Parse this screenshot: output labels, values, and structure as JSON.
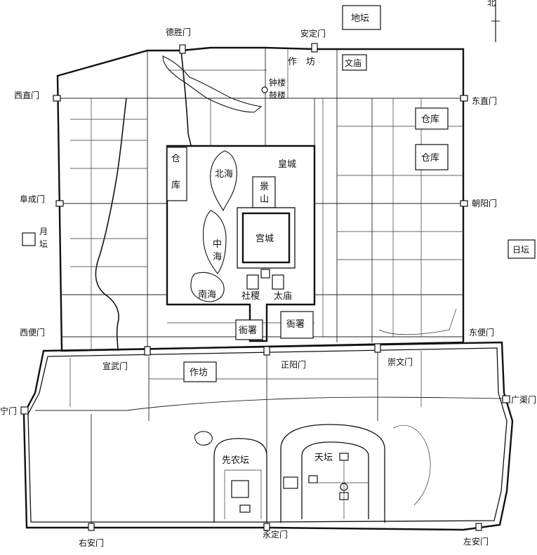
{
  "compass": "北",
  "gates": {
    "desheng": "德胜门",
    "anding": "安定门",
    "xizhi": "西直门",
    "dongzhi": "东直门",
    "fucheng": "阜成门",
    "chaoyang": "朝阳门",
    "xibian": "西便门",
    "dongbian": "东便门",
    "xuanwu": "宣武门",
    "zhengyang": "正阳门",
    "chongwen": "崇文门",
    "guangning": "宁门",
    "guangqu": "广渠门",
    "youan": "右安门",
    "yongding": "永定门",
    "zuoan": "左安门"
  },
  "places": {
    "ditan": "地坛",
    "zuofang_north": "作　坊",
    "wenmiao": "文庙",
    "zhonglou": "钟楼",
    "gulou": "鼓楼",
    "cangku_east1": "仓库",
    "cangku_east2": "仓库",
    "cangku_west_1": "仓",
    "cangku_west_2": "库",
    "huangcheng": "皇城",
    "beihai": "北海",
    "jingshan_1": "景",
    "jingshan_2": "山",
    "gongcheng": "宫城",
    "zhonghai_1": "中",
    "zhonghai_2": "海",
    "nanhai": "南海",
    "sheji": "社稷",
    "taimiao": "太庙",
    "yashu_1": "衙署",
    "yashu_2": "衙署",
    "yuetan_1": "月",
    "yuetan_2": "坛",
    "ritan": "日坛",
    "zuofang_south": "作坊",
    "xiannongtan": "先农坛",
    "tiantan": "天坛"
  }
}
